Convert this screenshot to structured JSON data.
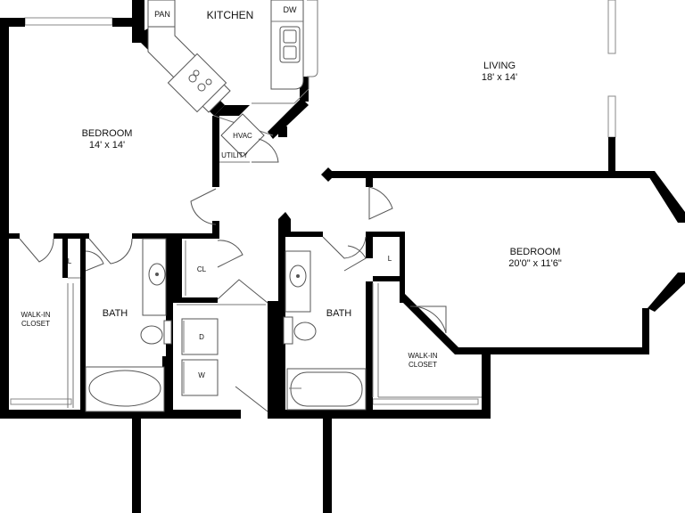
{
  "rooms": {
    "kitchen": {
      "label": "KITCHEN"
    },
    "pantry": {
      "label": "PAN"
    },
    "dishwasher": {
      "label": "DW"
    },
    "living": {
      "label": "LIVING",
      "size": "18' x 14'"
    },
    "bedroom1": {
      "label": "BEDROOM",
      "size": "14' x 14'"
    },
    "bedroom2": {
      "label": "BEDROOM",
      "size": "20'0\" x 11'6\""
    },
    "hvac": {
      "label": "HVAC"
    },
    "utility": {
      "label": "UTILITY"
    },
    "bath1": {
      "label": "BATH"
    },
    "bath2": {
      "label": "BATH"
    },
    "closet": {
      "label": "CL"
    },
    "linen1": {
      "label": "L"
    },
    "linen2": {
      "label": "L"
    },
    "walkin1": {
      "line1": "WALK-IN",
      "line2": "CLOSET"
    },
    "walkin2": {
      "line1": "WALK-IN",
      "line2": "CLOSET"
    },
    "dryer": {
      "label": "D"
    },
    "washer": {
      "label": "W"
    }
  }
}
